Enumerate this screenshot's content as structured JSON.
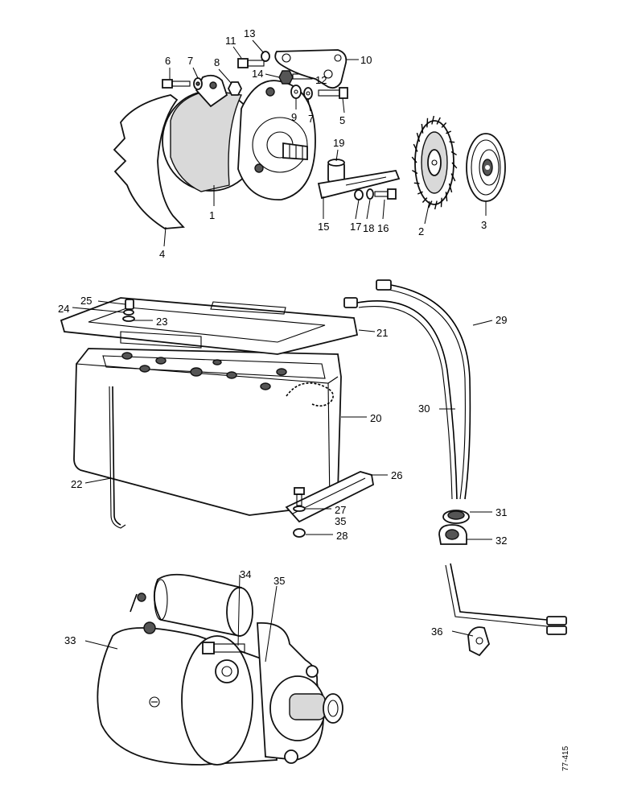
{
  "diagram": {
    "reference_code": "77-415",
    "callouts": [
      {
        "id": "c1",
        "label": "1"
      },
      {
        "id": "c2",
        "label": "2"
      },
      {
        "id": "c3",
        "label": "3"
      },
      {
        "id": "c4",
        "label": "4"
      },
      {
        "id": "c5",
        "label": "5"
      },
      {
        "id": "c6",
        "label": "6"
      },
      {
        "id": "c7a",
        "label": "7"
      },
      {
        "id": "c7b",
        "label": "7"
      },
      {
        "id": "c8",
        "label": "8"
      },
      {
        "id": "c9",
        "label": "9"
      },
      {
        "id": "c10",
        "label": "10"
      },
      {
        "id": "c11",
        "label": "11"
      },
      {
        "id": "c12",
        "label": "12"
      },
      {
        "id": "c13",
        "label": "13"
      },
      {
        "id": "c14",
        "label": "14"
      },
      {
        "id": "c15",
        "label": "15"
      },
      {
        "id": "c16",
        "label": "16"
      },
      {
        "id": "c17",
        "label": "17"
      },
      {
        "id": "c18",
        "label": "18"
      },
      {
        "id": "c19",
        "label": "19"
      },
      {
        "id": "c20",
        "label": "20"
      },
      {
        "id": "c21",
        "label": "21"
      },
      {
        "id": "c22",
        "label": "22"
      },
      {
        "id": "c23",
        "label": "23"
      },
      {
        "id": "c24",
        "label": "24"
      },
      {
        "id": "c25",
        "label": "25"
      },
      {
        "id": "c26",
        "label": "26"
      },
      {
        "id": "c27",
        "label": "27"
      },
      {
        "id": "c28",
        "label": "28"
      },
      {
        "id": "c29",
        "label": "29"
      },
      {
        "id": "c30",
        "label": "30"
      },
      {
        "id": "c31",
        "label": "31"
      },
      {
        "id": "c32",
        "label": "32"
      },
      {
        "id": "c33",
        "label": "33"
      },
      {
        "id": "c34",
        "label": "34"
      },
      {
        "id": "c35a",
        "label": "35"
      },
      {
        "id": "c35b",
        "label": "35"
      },
      {
        "id": "c36",
        "label": "36"
      }
    ]
  }
}
